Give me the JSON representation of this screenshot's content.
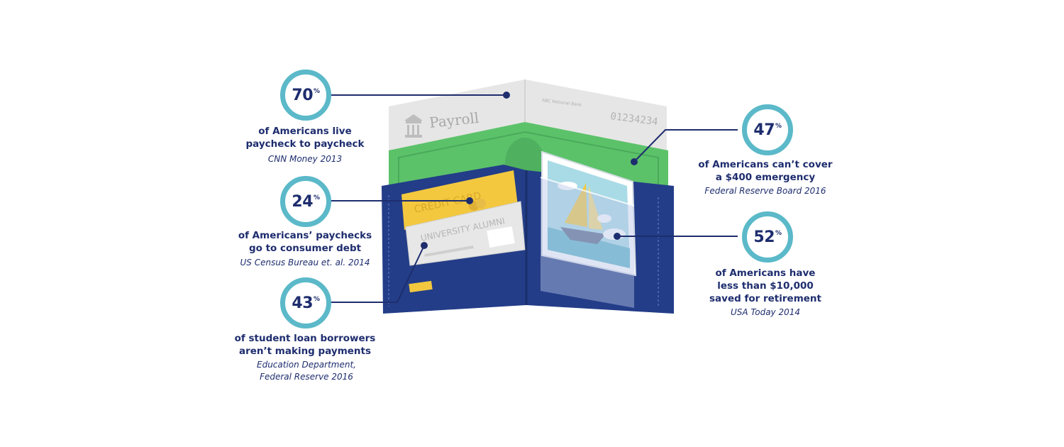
{
  "colors": {
    "navy": "#1e2d6e",
    "teal_ring": "#5bb9c9",
    "green_cash": "#5cc26a",
    "payroll_gray": "#e4e4e4",
    "card_yellow": "#f3c83f"
  },
  "wallet": {
    "payroll_label": "Payroll",
    "payroll_bank": "ABC National Bank",
    "payroll_number": "01234234",
    "credit_card_label": "CREDIT CARD",
    "alumni_card_label": "UNIVERSITY ALUMNI"
  },
  "stats": [
    {
      "value": "70",
      "unit": "%",
      "desc": "of Americans live\npaycheck to paycheck",
      "source": "CNN Money 2013"
    },
    {
      "value": "24",
      "unit": "%",
      "desc": "of Americans’ paychecks\ngo to consumer debt",
      "source": "US Census Bureau et. al. 2014"
    },
    {
      "value": "43",
      "unit": "%",
      "desc": "of student loan borrowers\naren’t making payments",
      "source": "Education Department,\nFederal Reserve 2016"
    },
    {
      "value": "47",
      "unit": "%",
      "desc": "of Americans can’t cover\na $400 emergency",
      "source": "Federal Reserve Board 2016"
    },
    {
      "value": "52",
      "unit": "%",
      "desc": "of Americans have\nless than $10,000\nsaved for retirement",
      "source": "USA Today 2014"
    }
  ]
}
